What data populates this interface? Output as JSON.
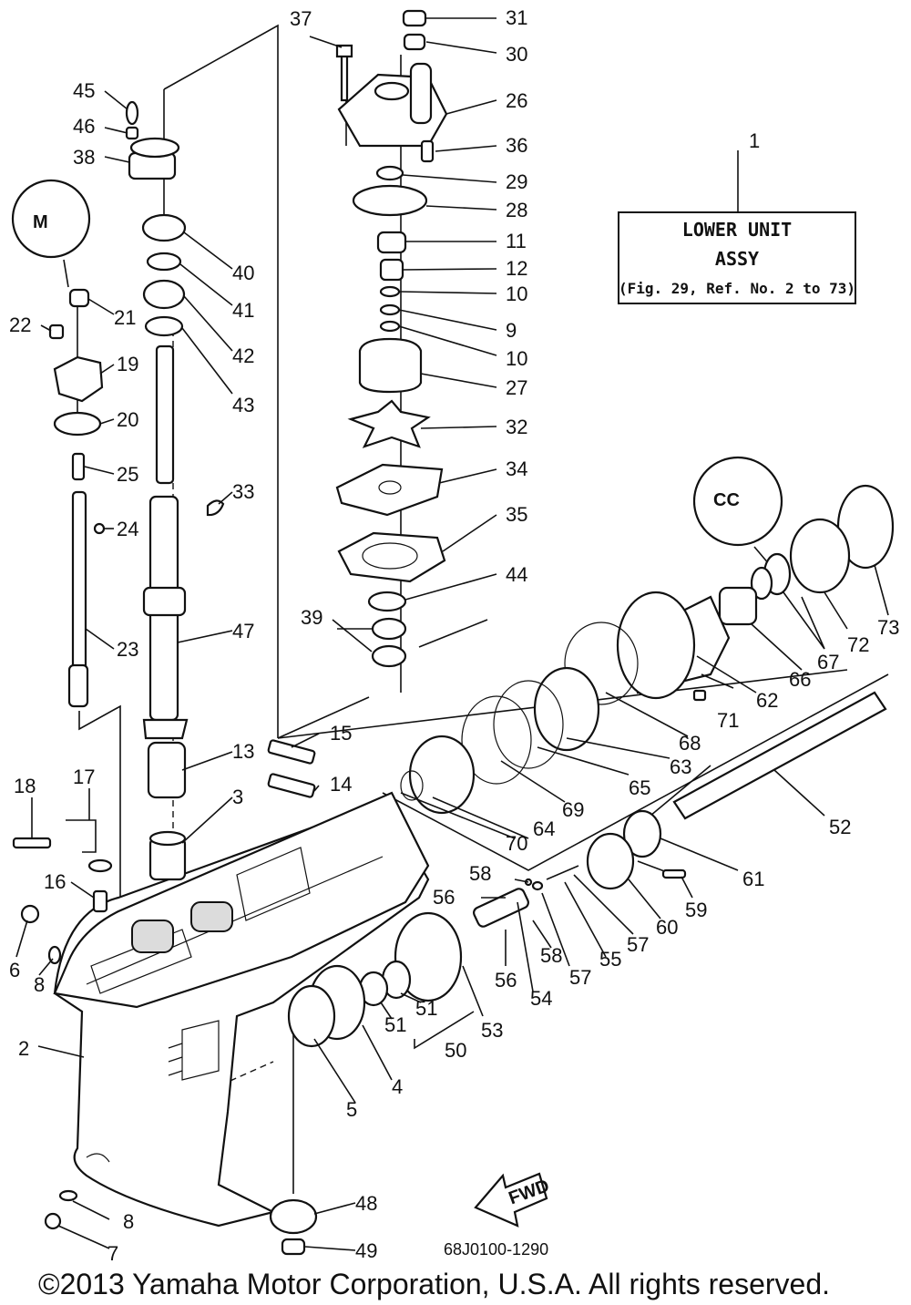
{
  "ref_box": {
    "line1": "LOWER UNIT",
    "line2": "ASSY",
    "line3": "(Fig. 29, Ref. No. 2 to 73)"
  },
  "fwd_label": "FWD",
  "diagram_code": "68J0100-1290",
  "copyright": "©2013 Yamaha Motor Corporation, U.S.A. All rights reserved.",
  "callouts": [
    "1",
    "2",
    "3",
    "4",
    "5",
    "6",
    "7",
    "8",
    "8",
    "9",
    "10",
    "10",
    "11",
    "12",
    "13",
    "14",
    "15",
    "16",
    "17",
    "18",
    "19",
    "20",
    "21",
    "22",
    "23",
    "24",
    "25",
    "26",
    "27",
    "28",
    "29",
    "30",
    "31",
    "32",
    "33",
    "34",
    "35",
    "36",
    "37",
    "38",
    "39",
    "40",
    "41",
    "42",
    "43",
    "44",
    "45",
    "46",
    "47",
    "48",
    "49",
    "50",
    "51",
    "51",
    "52",
    "53",
    "54",
    "55",
    "56",
    "56",
    "57",
    "57",
    "58",
    "58",
    "59",
    "60",
    "61",
    "62",
    "63",
    "64",
    "65",
    "66",
    "67",
    "68",
    "69",
    "70",
    "71",
    "72",
    "73"
  ]
}
